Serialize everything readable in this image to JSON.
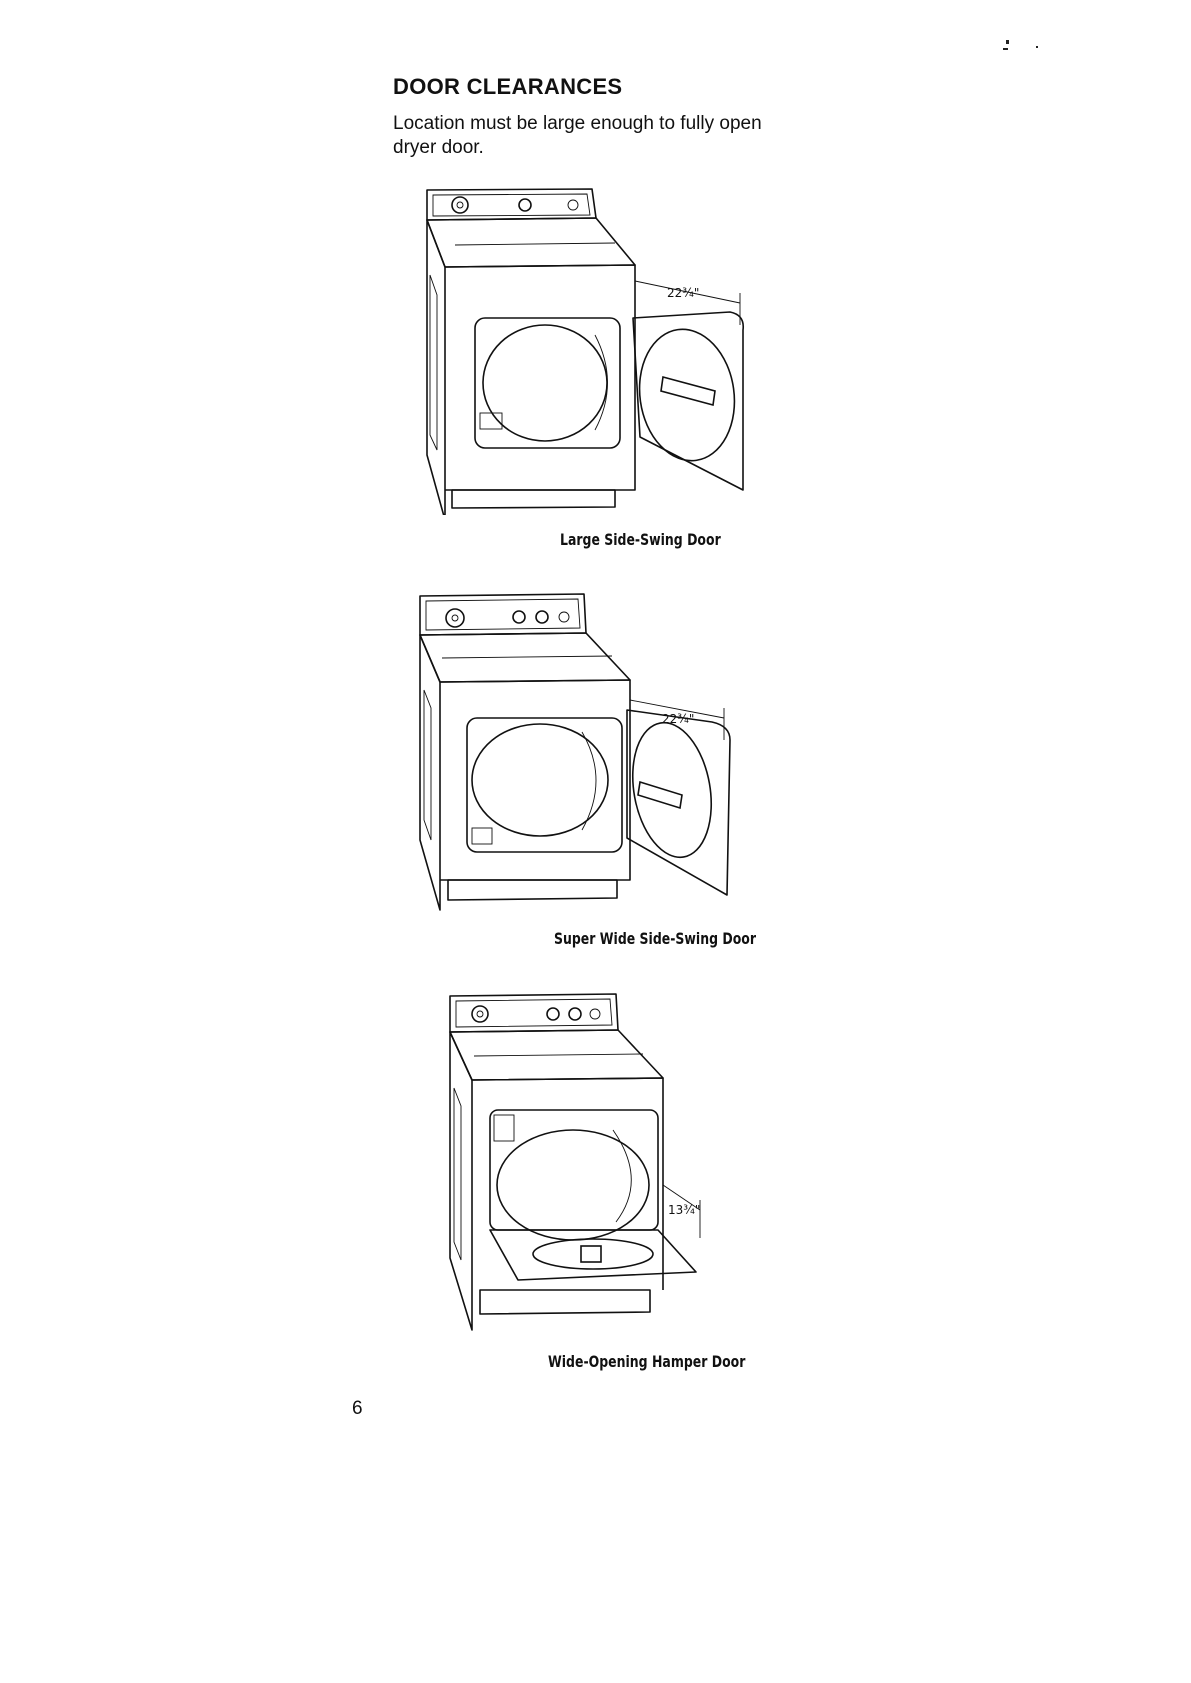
{
  "page": {
    "heading": "DOOR CLEARANCES",
    "intro": "Location must be large enough to fully open dryer door.",
    "page_number": "6"
  },
  "figures": [
    {
      "caption": "Large Side-Swing Door",
      "dimension": "22¾\""
    },
    {
      "caption": "Super Wide Side-Swing Door",
      "dimension": "22¾\""
    },
    {
      "caption": "Wide-Opening Hamper Door",
      "dimension": "13¾\""
    }
  ]
}
